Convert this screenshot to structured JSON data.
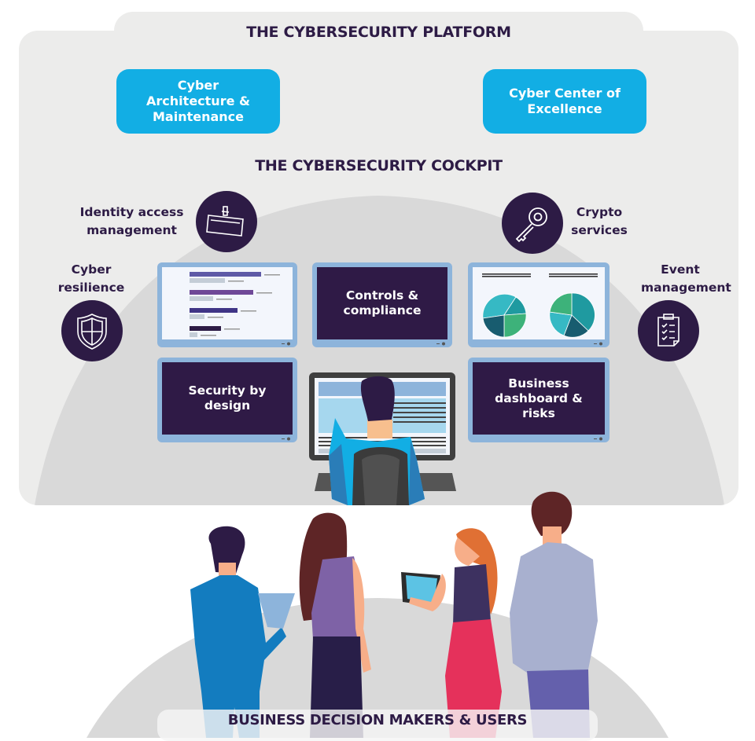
{
  "platform": {
    "title": "THE CYBERSECURITY PLATFORM",
    "boxes": [
      {
        "label_lines": [
          "Cyber",
          "Architecture &",
          "Maintenance"
        ]
      },
      {
        "label_lines": [
          "Cyber Center of",
          "Excellence"
        ]
      }
    ]
  },
  "cockpit": {
    "title": "THE CYBERSECURITY COCKPIT",
    "capabilities": [
      {
        "label_lines": [
          "Identity access",
          "management"
        ],
        "icon": "id-badge-icon"
      },
      {
        "label_lines": [
          "Crypto",
          "services"
        ],
        "icon": "key-icon"
      },
      {
        "label_lines": [
          "Cyber",
          "resilience"
        ],
        "icon": "shield-icon"
      },
      {
        "label_lines": [
          "Event",
          "management"
        ],
        "icon": "checklist-icon"
      }
    ],
    "screens": [
      {
        "type": "bar-chart"
      },
      {
        "label_lines": [
          "Controls &",
          "compliance"
        ]
      },
      {
        "type": "pie-charts"
      },
      {
        "label_lines": [
          "Security by",
          "design"
        ]
      },
      {
        "label_lines": [
          "Business",
          "dashboard &",
          "risks"
        ]
      }
    ]
  },
  "footer": {
    "title": "BUSINESS DECISION MAKERS & USERS"
  },
  "colors": {
    "brand_dark": "#2d1b45",
    "accent_blue": "#12aee4",
    "panel_bg": "#ececeb",
    "screen_frame": "#8db4db"
  }
}
